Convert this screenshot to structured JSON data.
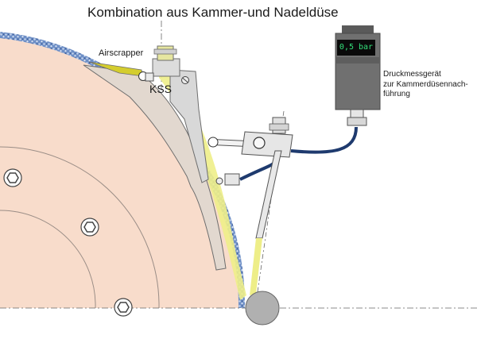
{
  "title": "Kombination aus Kammer-und Nadeldüse",
  "labels": {
    "airscrapper": "Airscrapper",
    "kss": "KSS",
    "device_lines": [
      "Druckmessgerät",
      "zur Kammerdüsennach-",
      "führung"
    ]
  },
  "gauge": {
    "display_value": "0,5 bar",
    "display_text_color": "#33e07a"
  },
  "colors": {
    "wheel": "#f8dccb",
    "wheel_edge": "#5577b3",
    "coolant": "#eeee88",
    "hose": "#1e3a6e",
    "nozzle_body": "#d8d8d8",
    "guard": "#e2d8cf",
    "gauge_body": "#707070",
    "workpiece": "#b0b0b0"
  }
}
